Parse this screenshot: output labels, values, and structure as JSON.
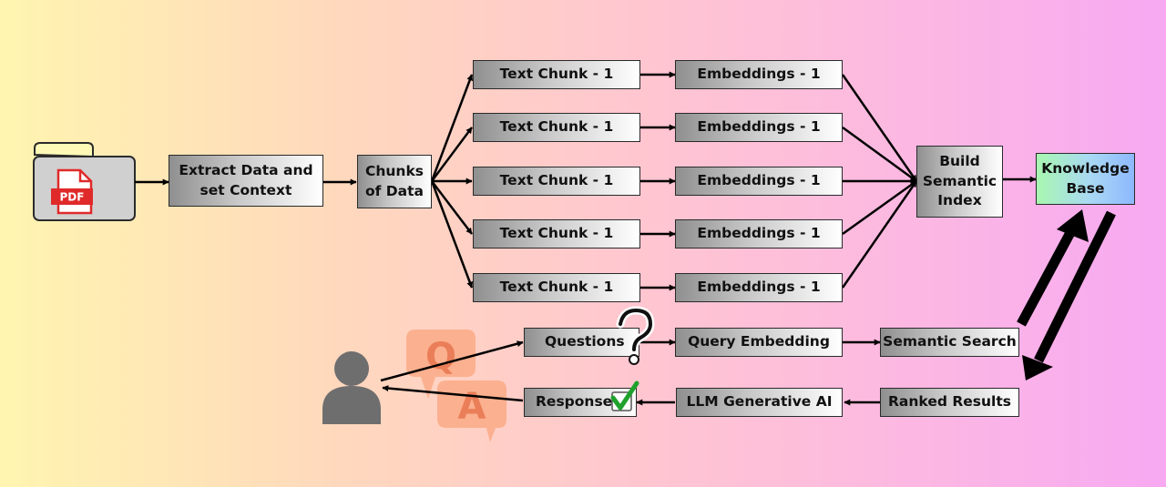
{
  "colors": {
    "box_dark": "#8f8f8f",
    "box_light": "#ffffff",
    "bubble": "#fbb08f",
    "check": "#1fa12c",
    "pdf_red": "#e02a2a",
    "user": "#6e6e6e"
  },
  "icons": [
    "folder-icon",
    "pdf-file-icon",
    "user-icon",
    "q-speech-bubble-icon",
    "a-speech-bubble-icon",
    "question-mark-icon",
    "checkmark-icon"
  ],
  "pdf_label": "PDF",
  "bubble_q": "Q",
  "bubble_a": "A",
  "extract": "Extract Data and\nset Context",
  "chunks": "Chunks\nof Data",
  "text_chunks": [
    "Text Chunk - 1",
    "Text Chunk - 1",
    "Text Chunk - 1",
    "Text Chunk - 1",
    "Text Chunk - 1"
  ],
  "embeddings": [
    "Embeddings - 1",
    "Embeddings - 1",
    "Embeddings - 1",
    "Embeddings - 1",
    "Embeddings - 1"
  ],
  "build_index": "Build\nSemantic\nIndex",
  "knowledge_base": "Knowledge\nBase",
  "questions": "Questions",
  "query_embedding": "Query Embedding",
  "semantic_search": "Semantic Search",
  "response": "Response",
  "llm": "LLM Generative AI",
  "ranked_results": "Ranked Results"
}
